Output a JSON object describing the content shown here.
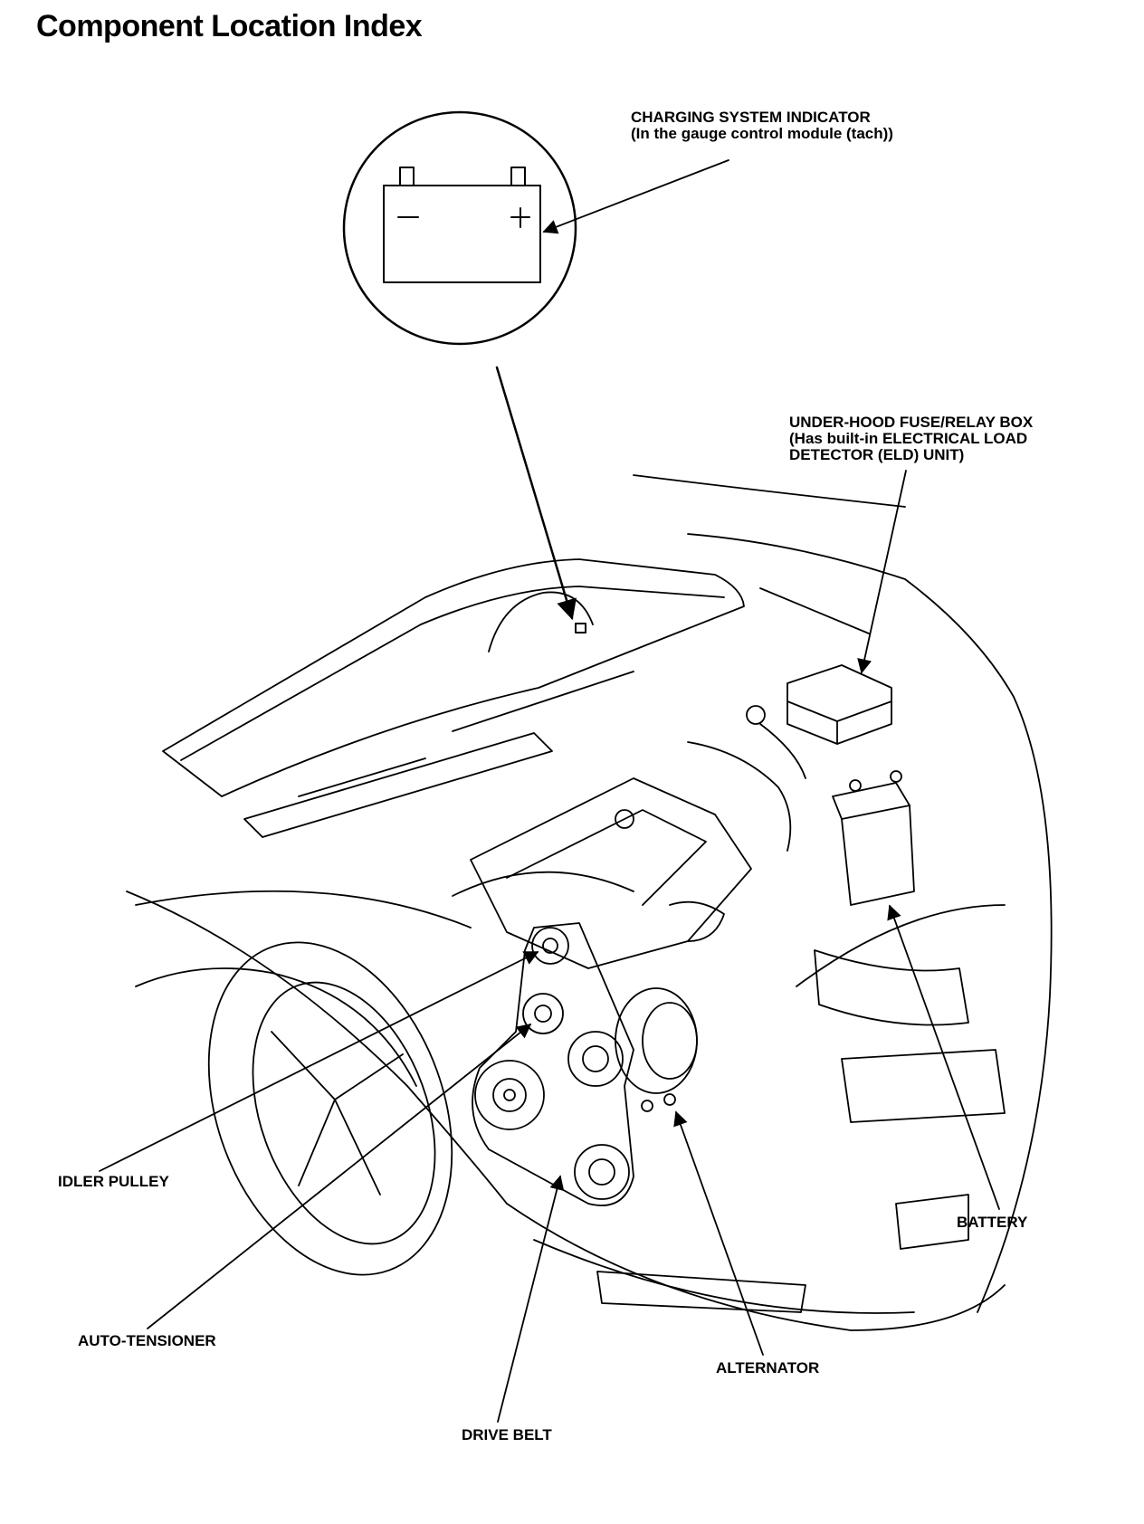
{
  "title": "Component Location Index",
  "callouts": {
    "charging_indicator": {
      "line1": "CHARGING SYSTEM INDICATOR",
      "line2": "(In the gauge control module (tach))"
    },
    "fuse_relay_box": {
      "line1": "UNDER-HOOD FUSE/RELAY BOX",
      "line2": "(Has built-in ELECTRICAL LOAD",
      "line3": "DETECTOR (ELD) UNIT)"
    },
    "idler_pulley": "IDLER PULLEY",
    "battery": "BATTERY",
    "auto_tensioner": "AUTO-TENSIONER",
    "alternator": "ALTERNATOR",
    "drive_belt": "DRIVE BELT"
  },
  "icons": {
    "inset": "battery-warning-icon",
    "car": "car-engine-bay-drawing"
  }
}
